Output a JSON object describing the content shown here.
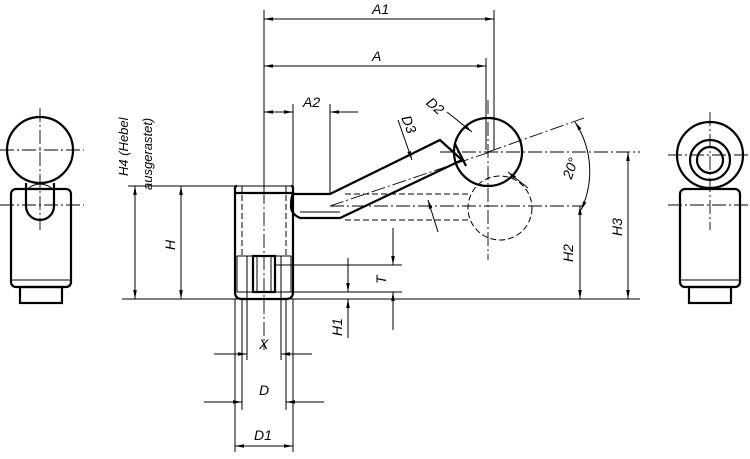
{
  "drawing": {
    "labels": {
      "A1": "A1",
      "A": "A",
      "A2": "A2",
      "D2": "D2",
      "D3": "D3",
      "angle": "20°",
      "H4_line1": "H4 (Hebel",
      "H4_line2": "ausgerastet)",
      "H": "H",
      "H2": "H2",
      "H3": "H3",
      "T": "T",
      "H1": "H1",
      "X": "X",
      "D": "D",
      "D1": "D1"
    }
  }
}
